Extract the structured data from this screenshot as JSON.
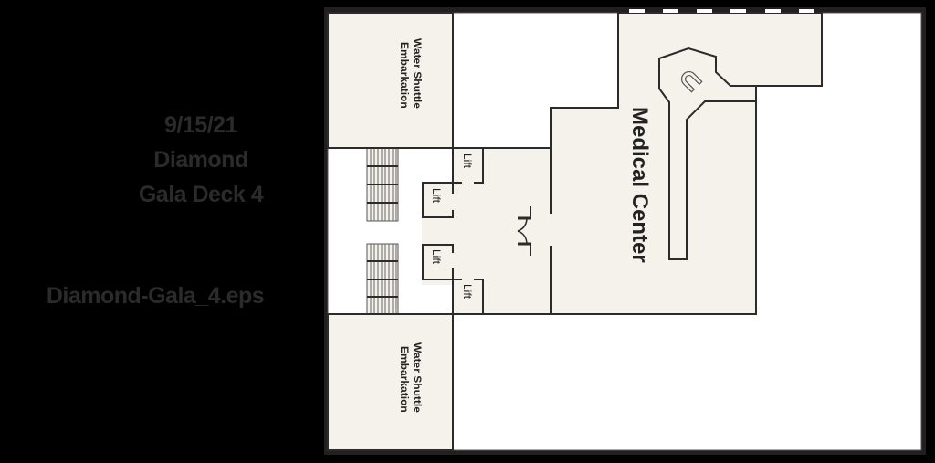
{
  "title_block": {
    "date": "9/15/21",
    "ship": "Diamond",
    "deck": "Gala Deck 4"
  },
  "file_name": "Diamond-Gala_4.eps",
  "rooms": {
    "water_shuttle_top": {
      "line1": "Water Shuttle",
      "line2": "Embarkation"
    },
    "water_shuttle_bottom": {
      "line1": "Water Shuttle",
      "line2": "Embarkation"
    },
    "medical_center": "Medical Center",
    "lifts": [
      "Lift",
      "Lift",
      "Lift",
      "Lift"
    ]
  },
  "colors": {
    "background": "#000000",
    "frame": "#231f20",
    "room_fill": "#f5f1eb",
    "open_fill": "#ffffff",
    "wall": "#2b2b2b",
    "caption_text": "#2b2b2b"
  }
}
